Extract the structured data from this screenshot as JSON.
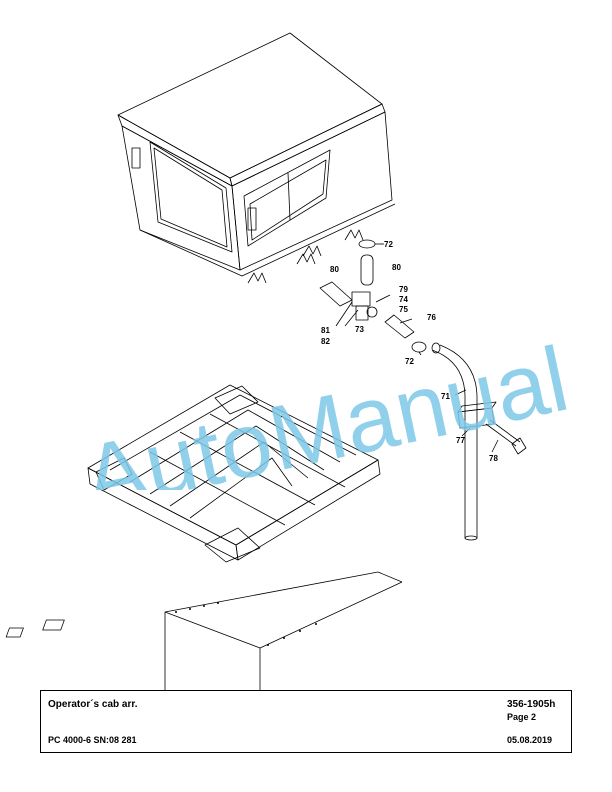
{
  "callouts": [
    "72",
    "80",
    "80",
    "79",
    "74",
    "75",
    "76",
    "81",
    "82",
    "73",
    "72",
    "71",
    "77",
    "78"
  ],
  "watermark": "AutoManual",
  "colors": {
    "watermark": "#7EC8E8",
    "line": "#000000"
  },
  "title_block": {
    "title": "Operator´s cab arr.",
    "doc_number": "356-1905h",
    "page": "Page 2",
    "model": "PC 4000-6 SN:08 281",
    "date": "05.08.2019"
  }
}
